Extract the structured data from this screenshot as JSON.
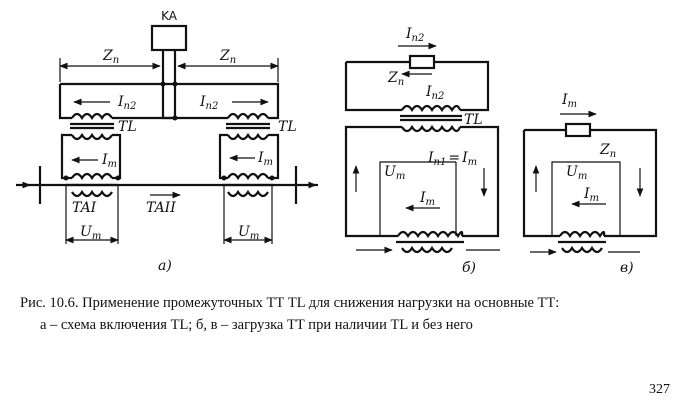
{
  "diagram": {
    "relay": "KA",
    "zn": "Z",
    "zn_sub": "п",
    "i": "I",
    "i_sub_n2": "п2",
    "i_sub_n1": "п1",
    "i_sub_t": "т",
    "u": "U",
    "u_sub": "т",
    "tl": "TL",
    "ta1": "TAI",
    "ta2": "TAII",
    "eq": "=",
    "label_a": "а)",
    "label_b": "б)",
    "label_v": "в)"
  },
  "caption": {
    "line1": "Рис. 10.6. Применение промежуточных ТТ TL для снижения нагрузки на основные ТТ:",
    "line2": "а – схема включения TL; б, в – загрузка ТТ при наличии TL и без него"
  },
  "page_number": "327"
}
